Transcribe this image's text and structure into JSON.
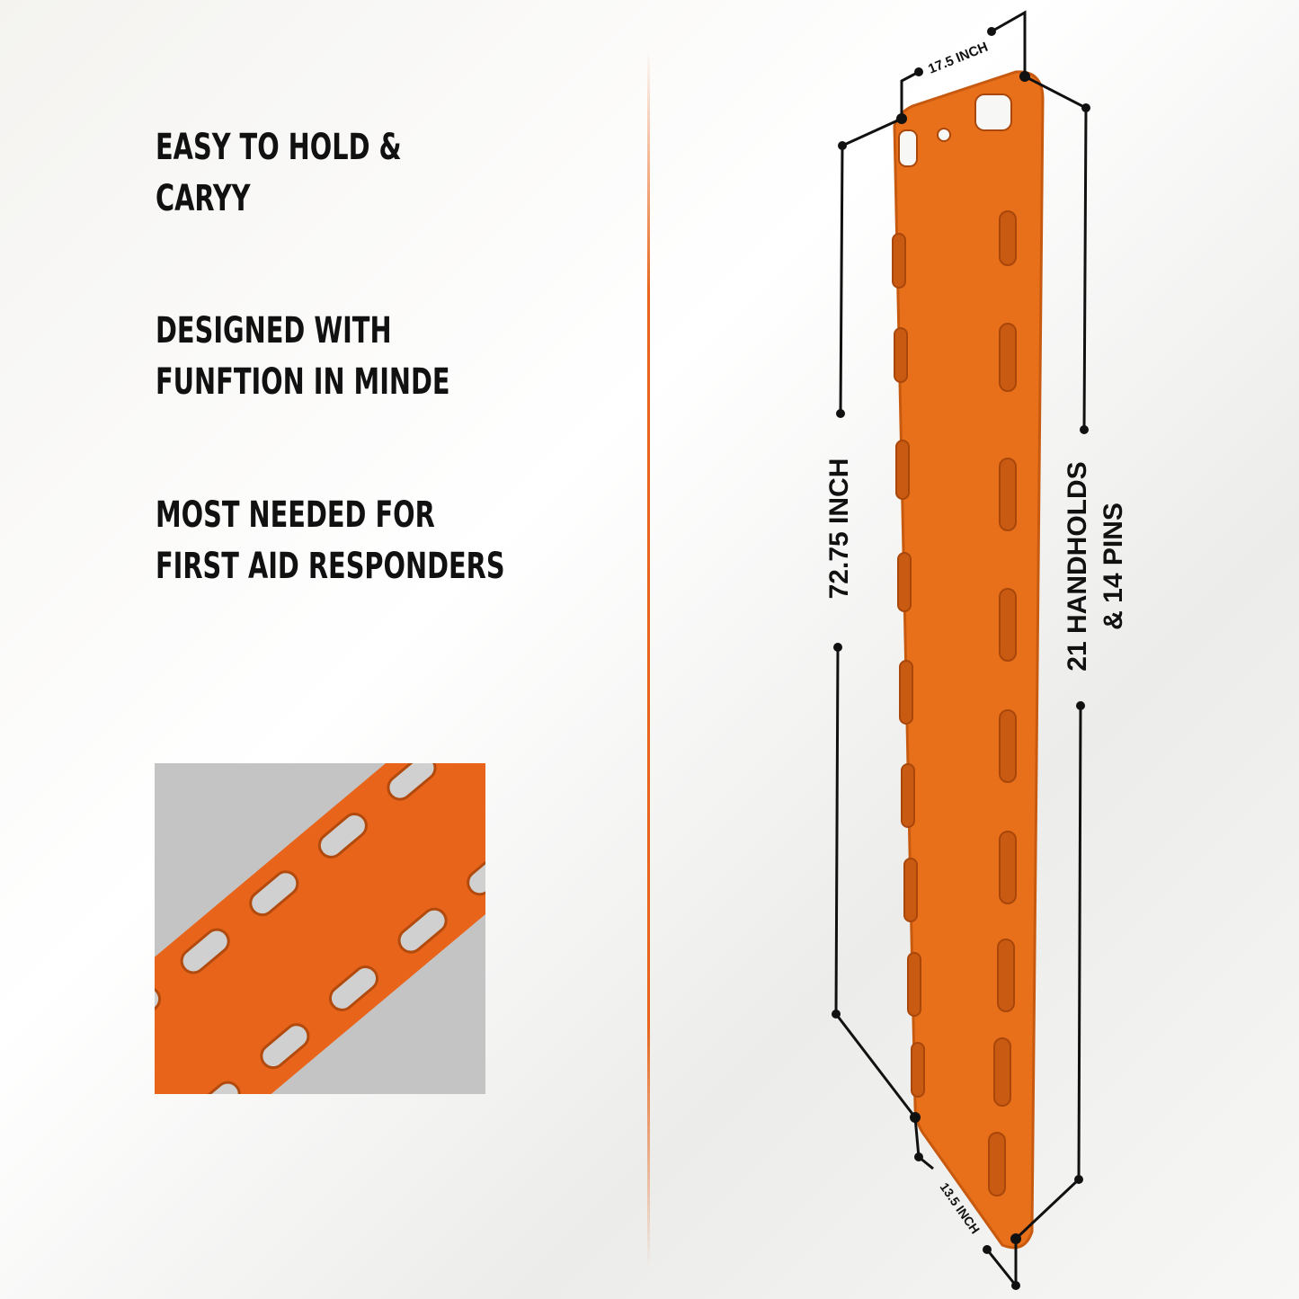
{
  "features": [
    {
      "lines": [
        "EASY TO HOLD &",
        "CARYY"
      ]
    },
    {
      "lines": [
        "DESIGNED WITH",
        "FUNFTION IN MINDE"
      ]
    },
    {
      "lines": [
        "MOST NEEDED FOR",
        "FIRST AID RESPONDERS"
      ]
    }
  ],
  "dimensions": {
    "top_width": "17.5 INCH",
    "length": "72.75 INCH",
    "handholds_line1": "21 HANDHOLDS",
    "handholds_line2": "& 14 PINS",
    "bottom_width": "13.5 INCH"
  },
  "colors": {
    "board": "#e8701a",
    "accent": "#e8641a",
    "text": "#111111"
  }
}
